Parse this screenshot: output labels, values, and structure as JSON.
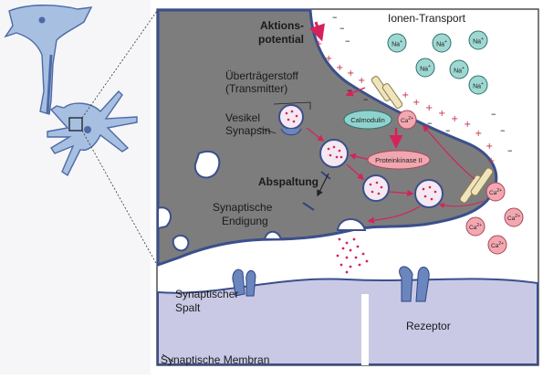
{
  "labels": {
    "ionen_transport": "Ionen-Transport",
    "aktionspotential_1": "Aktions-",
    "aktionspotential_2": "potential",
    "uebertraegerstoff": "Überträgerstoff",
    "transmitter": "(Transmitter)",
    "vesikel": "Vesikel",
    "synapsin": "Synapsin",
    "calmodulin": "Calmodulin",
    "proteinkinase": "Proteinkinase II",
    "abspaltung": "Abspaltung",
    "synaptische_endigung_1": "Synaptische",
    "synaptische_endigung_2": "Endigung",
    "synaptischer_spalt_1": "Synaptischer",
    "synaptischer_spalt_2": "Spalt",
    "rezeptor": "Rezeptor",
    "synaptische_membran": "Synaptische Membran"
  },
  "ions": {
    "na": "Na+",
    "ca": "Ca2+"
  },
  "colors": {
    "terminal_fill": "#7d7d7d",
    "extracellular": "#ffffff",
    "postsynaptic": "#c9c9e6",
    "membrane": "#3c4f8c",
    "na_ion": "#9fd8d2",
    "ca_ion": "#f3a8b1",
    "calmodulin": "#8fd3cf",
    "kinase": "#f0a7b0",
    "arrow_red": "#d6225a",
    "neuron": "#9db7dc"
  }
}
